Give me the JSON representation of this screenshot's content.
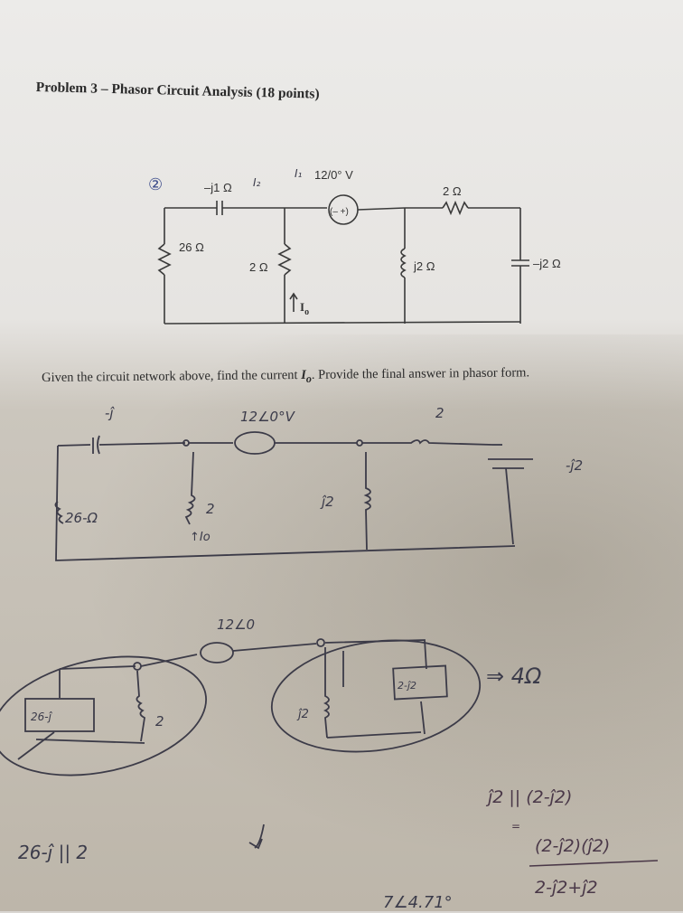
{
  "document": {
    "title": "Problem 3 – Phasor Circuit Analysis (18 points)",
    "question_prefix": "Given the circuit network above, find the current ",
    "question_var": "I",
    "question_sub": "o",
    "question_suffix": ". Provide the final answer in phasor form."
  },
  "circuit": {
    "label_cap_top": "–j1 Ω",
    "label_source": "12/0° V",
    "label_r_top": "2 Ω",
    "label_r26": "26 Ω",
    "label_r2": "2 Ω",
    "label_l": "j2 Ω",
    "label_c": "–j2 Ω",
    "label_io": "I",
    "label_io_sub": "o",
    "source_sign": "(– +)"
  },
  "handwriting": {
    "circled_note": "②",
    "i2_note": "I₂",
    "i1_note": "I₁",
    "h_neg_j": "-ĵ",
    "h_source": "12∠0°V",
    "h_2": "2",
    "h_minus_j2": "-ĵ2",
    "h_26": "26-Ω",
    "h_2_mid": "2",
    "h_io": "↑Io",
    "h_j2": "ĵ2",
    "h_source2": "12∠0",
    "h_2_minus_j2": "2-ĵ2",
    "h_4ohm": "⇒ 4Ω",
    "h_26_minus_j": "26-ĵ",
    "h_2_low": "2",
    "h_j2_low": "ĵ2",
    "h_eq1": "ĵ2 || (2-ĵ2)",
    "h_eq2": "(2-ĵ2)(ĵ2)",
    "h_eq3": "2-ĵ2+ĵ2",
    "h_bottom_left": "26-ĵ || 2",
    "h_bottom_mid": "7∠4.71°"
  }
}
